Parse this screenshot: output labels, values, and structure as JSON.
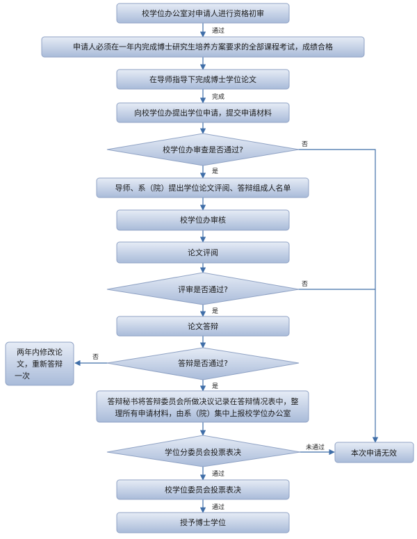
{
  "nodes": {
    "n1": "校学位办公室对申请人进行资格初审",
    "n2": "申请人必须在一年内完成博士研究生培养方案要求的全部课程考试，成绩合格",
    "n3": "在导师指导下完成博士学位论文",
    "n4": "向校学位办提出学位申请，提交申请材料",
    "d1": "校学位办审查是否通过?",
    "n5": "导师、系（院）提出学位论文评阅、答辩组成人名单",
    "n6": "校学位办审核",
    "n7": "论文评阅",
    "d2": "评审是否通过?",
    "n8": "论文答辩",
    "d3": "答辩是否通过?",
    "revise": [
      "两年内修改论",
      "文，重新答辩",
      "一次"
    ],
    "n9": [
      "答辩秘书将答辩委员会所做决议记录在答辩情况表中，整",
      "理所有申请材料，由系（院）集中上报校学位办公室"
    ],
    "d4": "学位分委员会投票表决",
    "invalid": "本次申请无效",
    "n10": "校学位委员会投票表决",
    "n11": "授予博士学位"
  },
  "edges": {
    "pass": "通过",
    "done": "完成",
    "yes": "是",
    "no": "否",
    "not_pass": "未通过"
  },
  "colors": {
    "box_fill_top": "#e4ebf5",
    "box_fill_bottom": "#a6b8d8",
    "box_stroke": "#8fa2c4",
    "line": "#3f6ea8"
  }
}
